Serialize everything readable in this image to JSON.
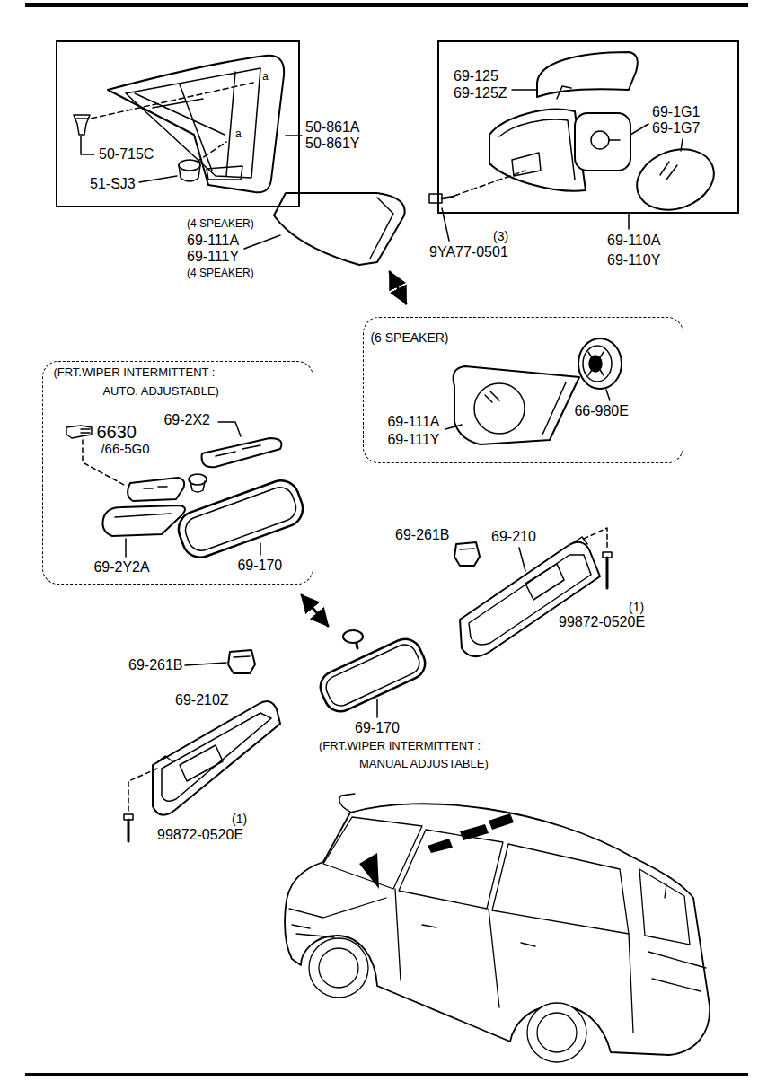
{
  "diagram": {
    "nodes": [
      {
        "text": [
          "a",
          "a",
          "50-715C",
          "51-SJ3"
        ]
      },
      {
        "text": [
          "69-125",
          "69-125Z",
          "69-1G1",
          "69-1G7"
        ]
      },
      {
        "text": [
          "(6 SPEAKER)",
          "69-111A",
          "69-111Y",
          "66-980E"
        ]
      },
      {
        "text": [
          "(FRT.WIPER INTERMITTENT : AUTO. ADJUSTABLE)",
          "6630",
          "/66-5G0",
          "69-2X2",
          "69-2Y2A",
          "69-170"
        ]
      }
    ],
    "labels": [
      "50-861A",
      "50-861Y",
      "(4 SPEAKER)",
      "69-111A",
      "69-111Y",
      "(4 SPEAKER)",
      "(3)",
      "9YA77-0501",
      "69-110A",
      "69-110Y",
      "69-261B",
      "69-210",
      "(1)",
      "99872-0520E",
      "69-261B",
      "69-210Z",
      "69-170",
      "(FRT.WIPER INTERMITTENT : MANUAL ADJUSTABLE)",
      "(1)",
      "99872-0520E"
    ]
  }
}
